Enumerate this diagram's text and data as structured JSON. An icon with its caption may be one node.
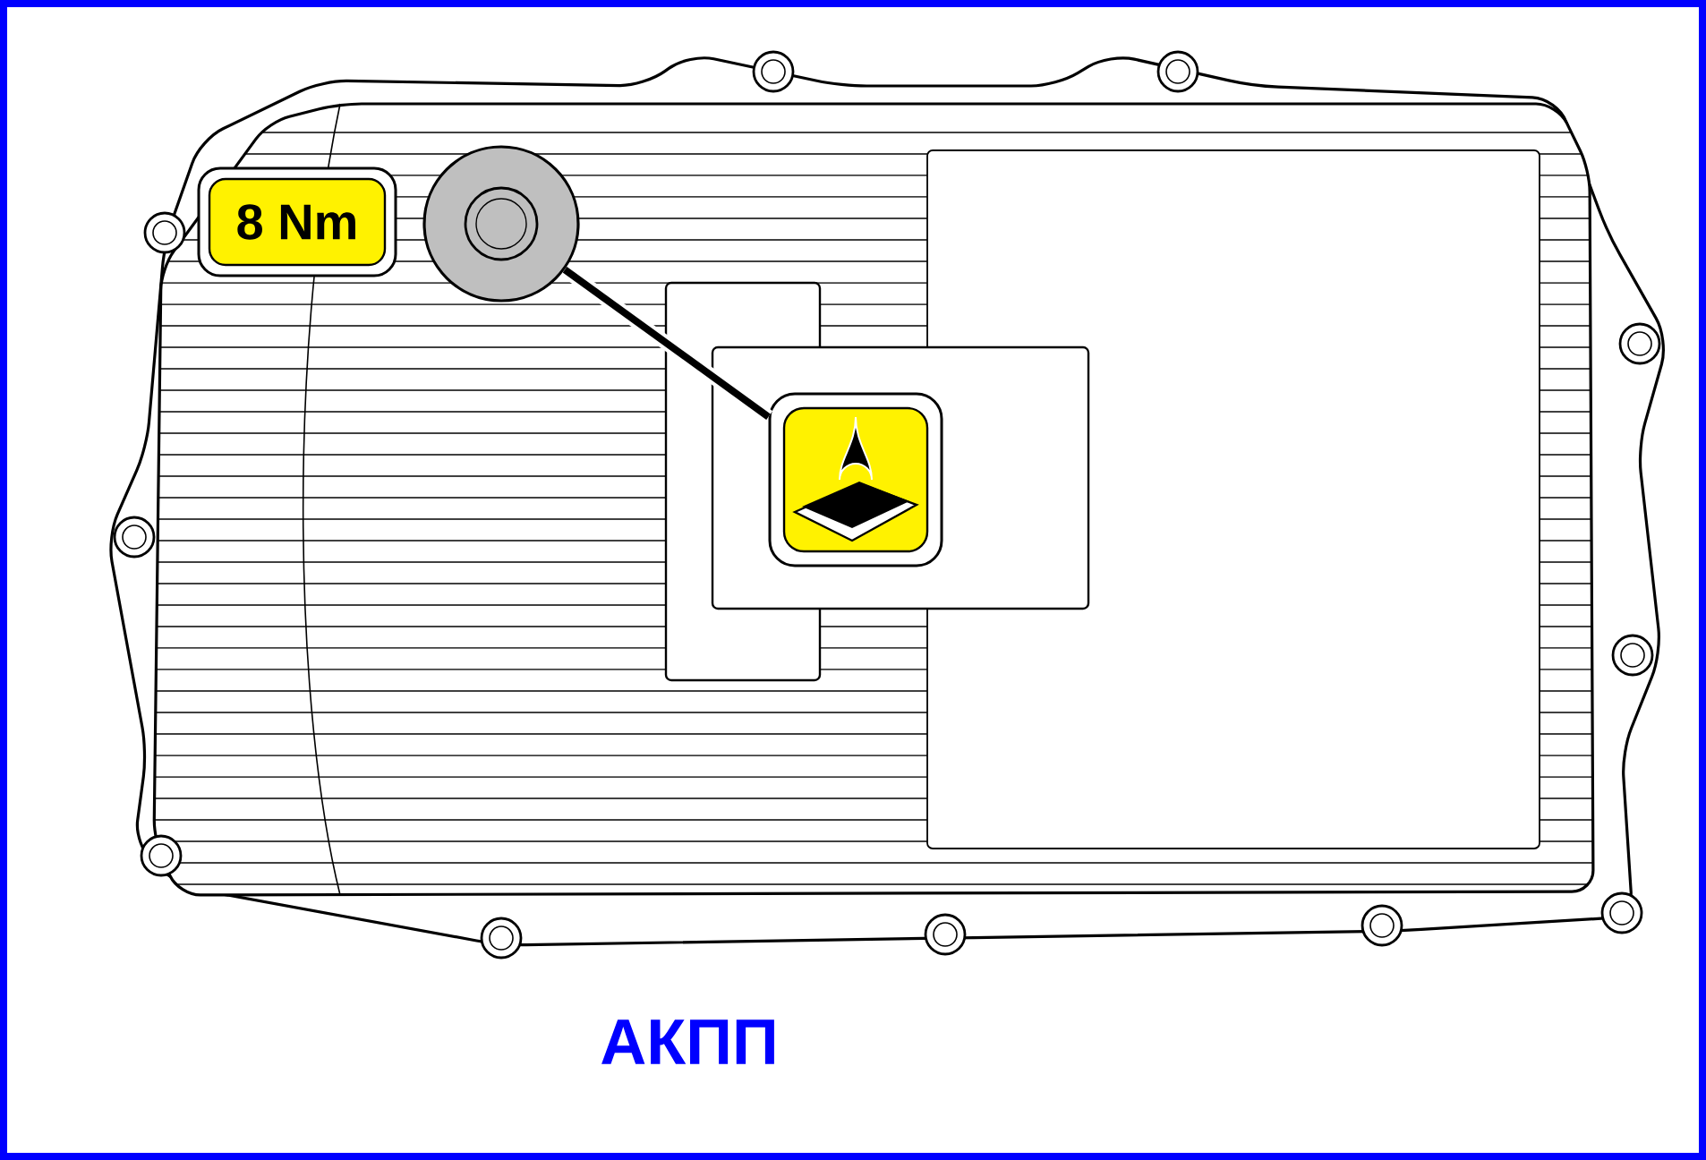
{
  "diagram": {
    "caption": "АКПП",
    "nodes": [
      {
        "text": [],
        "shape": "circle"
      },
      {
        "text": [],
        "shape": "picture"
      }
    ],
    "edges": [
      {
        "from": 1,
        "to": 0,
        "arrow": "none"
      }
    ],
    "labels": [
      "8 Nm"
    ]
  }
}
